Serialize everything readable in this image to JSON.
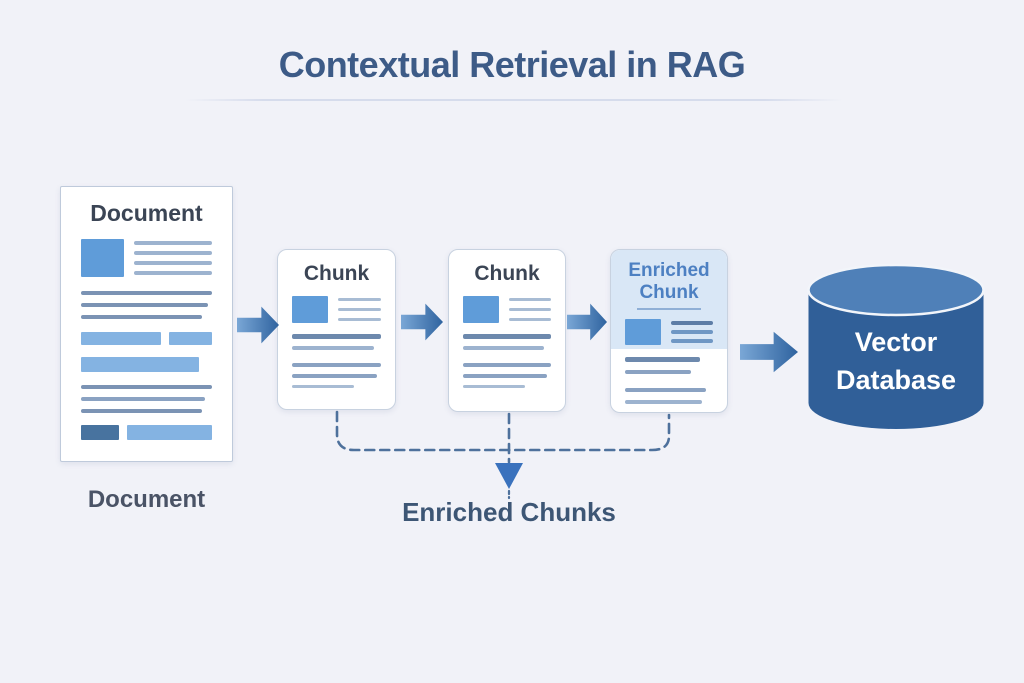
{
  "title": "Contextual Retrieval in RAG",
  "diagram": {
    "document": {
      "title": "Document",
      "caption": "Document"
    },
    "chunk_1": {
      "title": "Chunk"
    },
    "chunk_2": {
      "title": "Chunk"
    },
    "enriched_chunk": {
      "title": "Enriched Chunk"
    },
    "vector_database": {
      "label_line1": "Vector",
      "label_line2": "Database"
    },
    "converge_label": "Enriched Chunks"
  },
  "colors": {
    "background": "#f1f2f8",
    "title_text": "#3d5b87",
    "heading_text": "#3b4555",
    "accent_blue": "#5f9cd9",
    "dark_accent": "#48739f",
    "enriched_title": "#4d80c2",
    "enriched_tint": "#d9e7f6",
    "arrow_light": "#7aa7d6",
    "arrow_dark": "#2f639f",
    "dashed_line": "#4e719c",
    "cylinder_body": "#305f98",
    "cylinder_top": "#4f80b8"
  }
}
